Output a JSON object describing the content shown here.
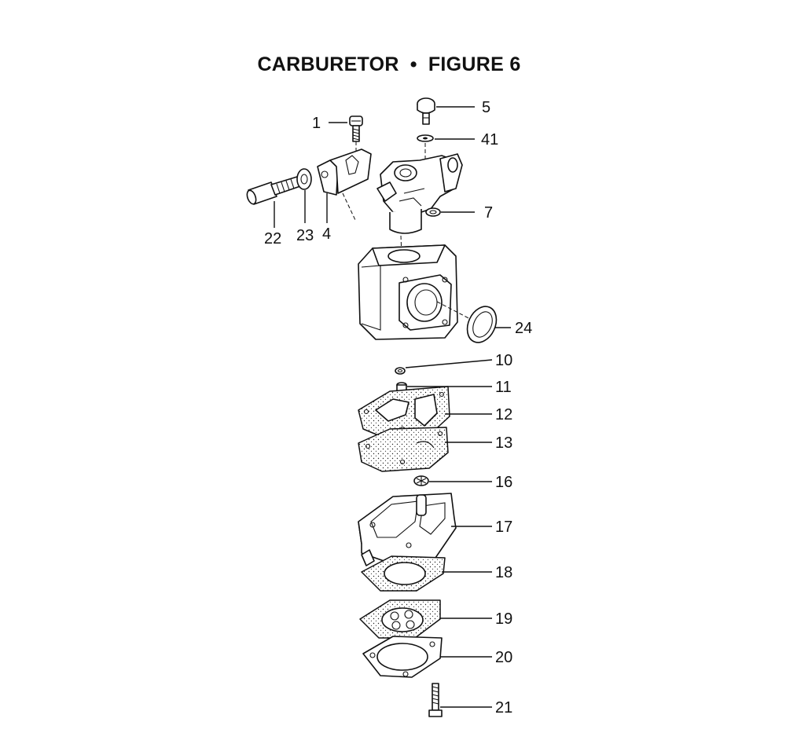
{
  "figure": {
    "title_left": "CARBURETOR",
    "separator": "•",
    "title_right": "FIGURE 6"
  },
  "callouts": {
    "p1": "1",
    "p4": "4",
    "p5": "5",
    "p7": "7",
    "p10": "10",
    "p11": "11",
    "p12": "12",
    "p13": "13",
    "p16": "16",
    "p17": "17",
    "p18": "18",
    "p19": "19",
    "p20": "20",
    "p21": "21",
    "p22": "22",
    "p23": "23",
    "p24": "24",
    "p41": "41"
  },
  "colors": {
    "ink": "#111111",
    "paper": "#ffffff"
  }
}
